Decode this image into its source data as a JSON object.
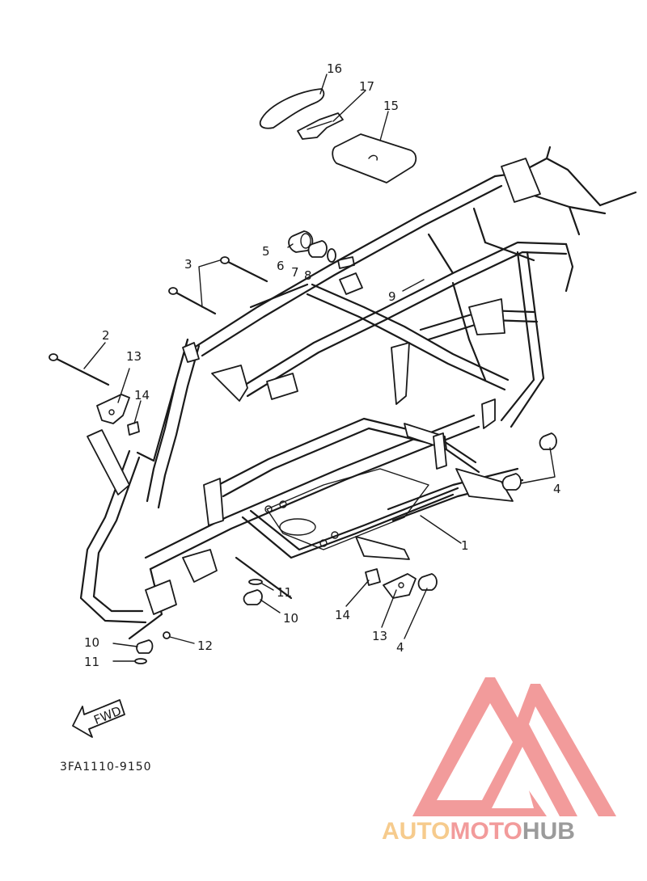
{
  "callouts": [
    {
      "id": "16",
      "text": "16"
    },
    {
      "id": "17",
      "text": "17"
    },
    {
      "id": "15",
      "text": "15"
    },
    {
      "id": "5",
      "text": "5"
    },
    {
      "id": "6",
      "text": "6"
    },
    {
      "id": "7",
      "text": "7"
    },
    {
      "id": "8",
      "text": "8"
    },
    {
      "id": "3",
      "text": "3"
    },
    {
      "id": "9",
      "text": "9"
    },
    {
      "id": "2",
      "text": "2"
    },
    {
      "id": "13a",
      "text": "13"
    },
    {
      "id": "14a",
      "text": "14"
    },
    {
      "id": "4a",
      "text": "4"
    },
    {
      "id": "1",
      "text": "1"
    },
    {
      "id": "11a",
      "text": "11"
    },
    {
      "id": "10a",
      "text": "10"
    },
    {
      "id": "14b",
      "text": "14"
    },
    {
      "id": "13b",
      "text": "13"
    },
    {
      "id": "4b",
      "text": "4"
    },
    {
      "id": "10b",
      "text": "10"
    },
    {
      "id": "11b",
      "text": "11"
    },
    {
      "id": "12",
      "text": "12"
    }
  ],
  "fwd_label": "FWD",
  "drawing_code": "3FA1110-9150",
  "watermark": {
    "part1": "AUTO",
    "part2": "MOTO",
    "part3": "HUB",
    "colors": {
      "triangle": "#f08a8a",
      "auto": "#f5c27a",
      "moto": "#f08a8a",
      "hub": "#8a8a8a"
    }
  }
}
